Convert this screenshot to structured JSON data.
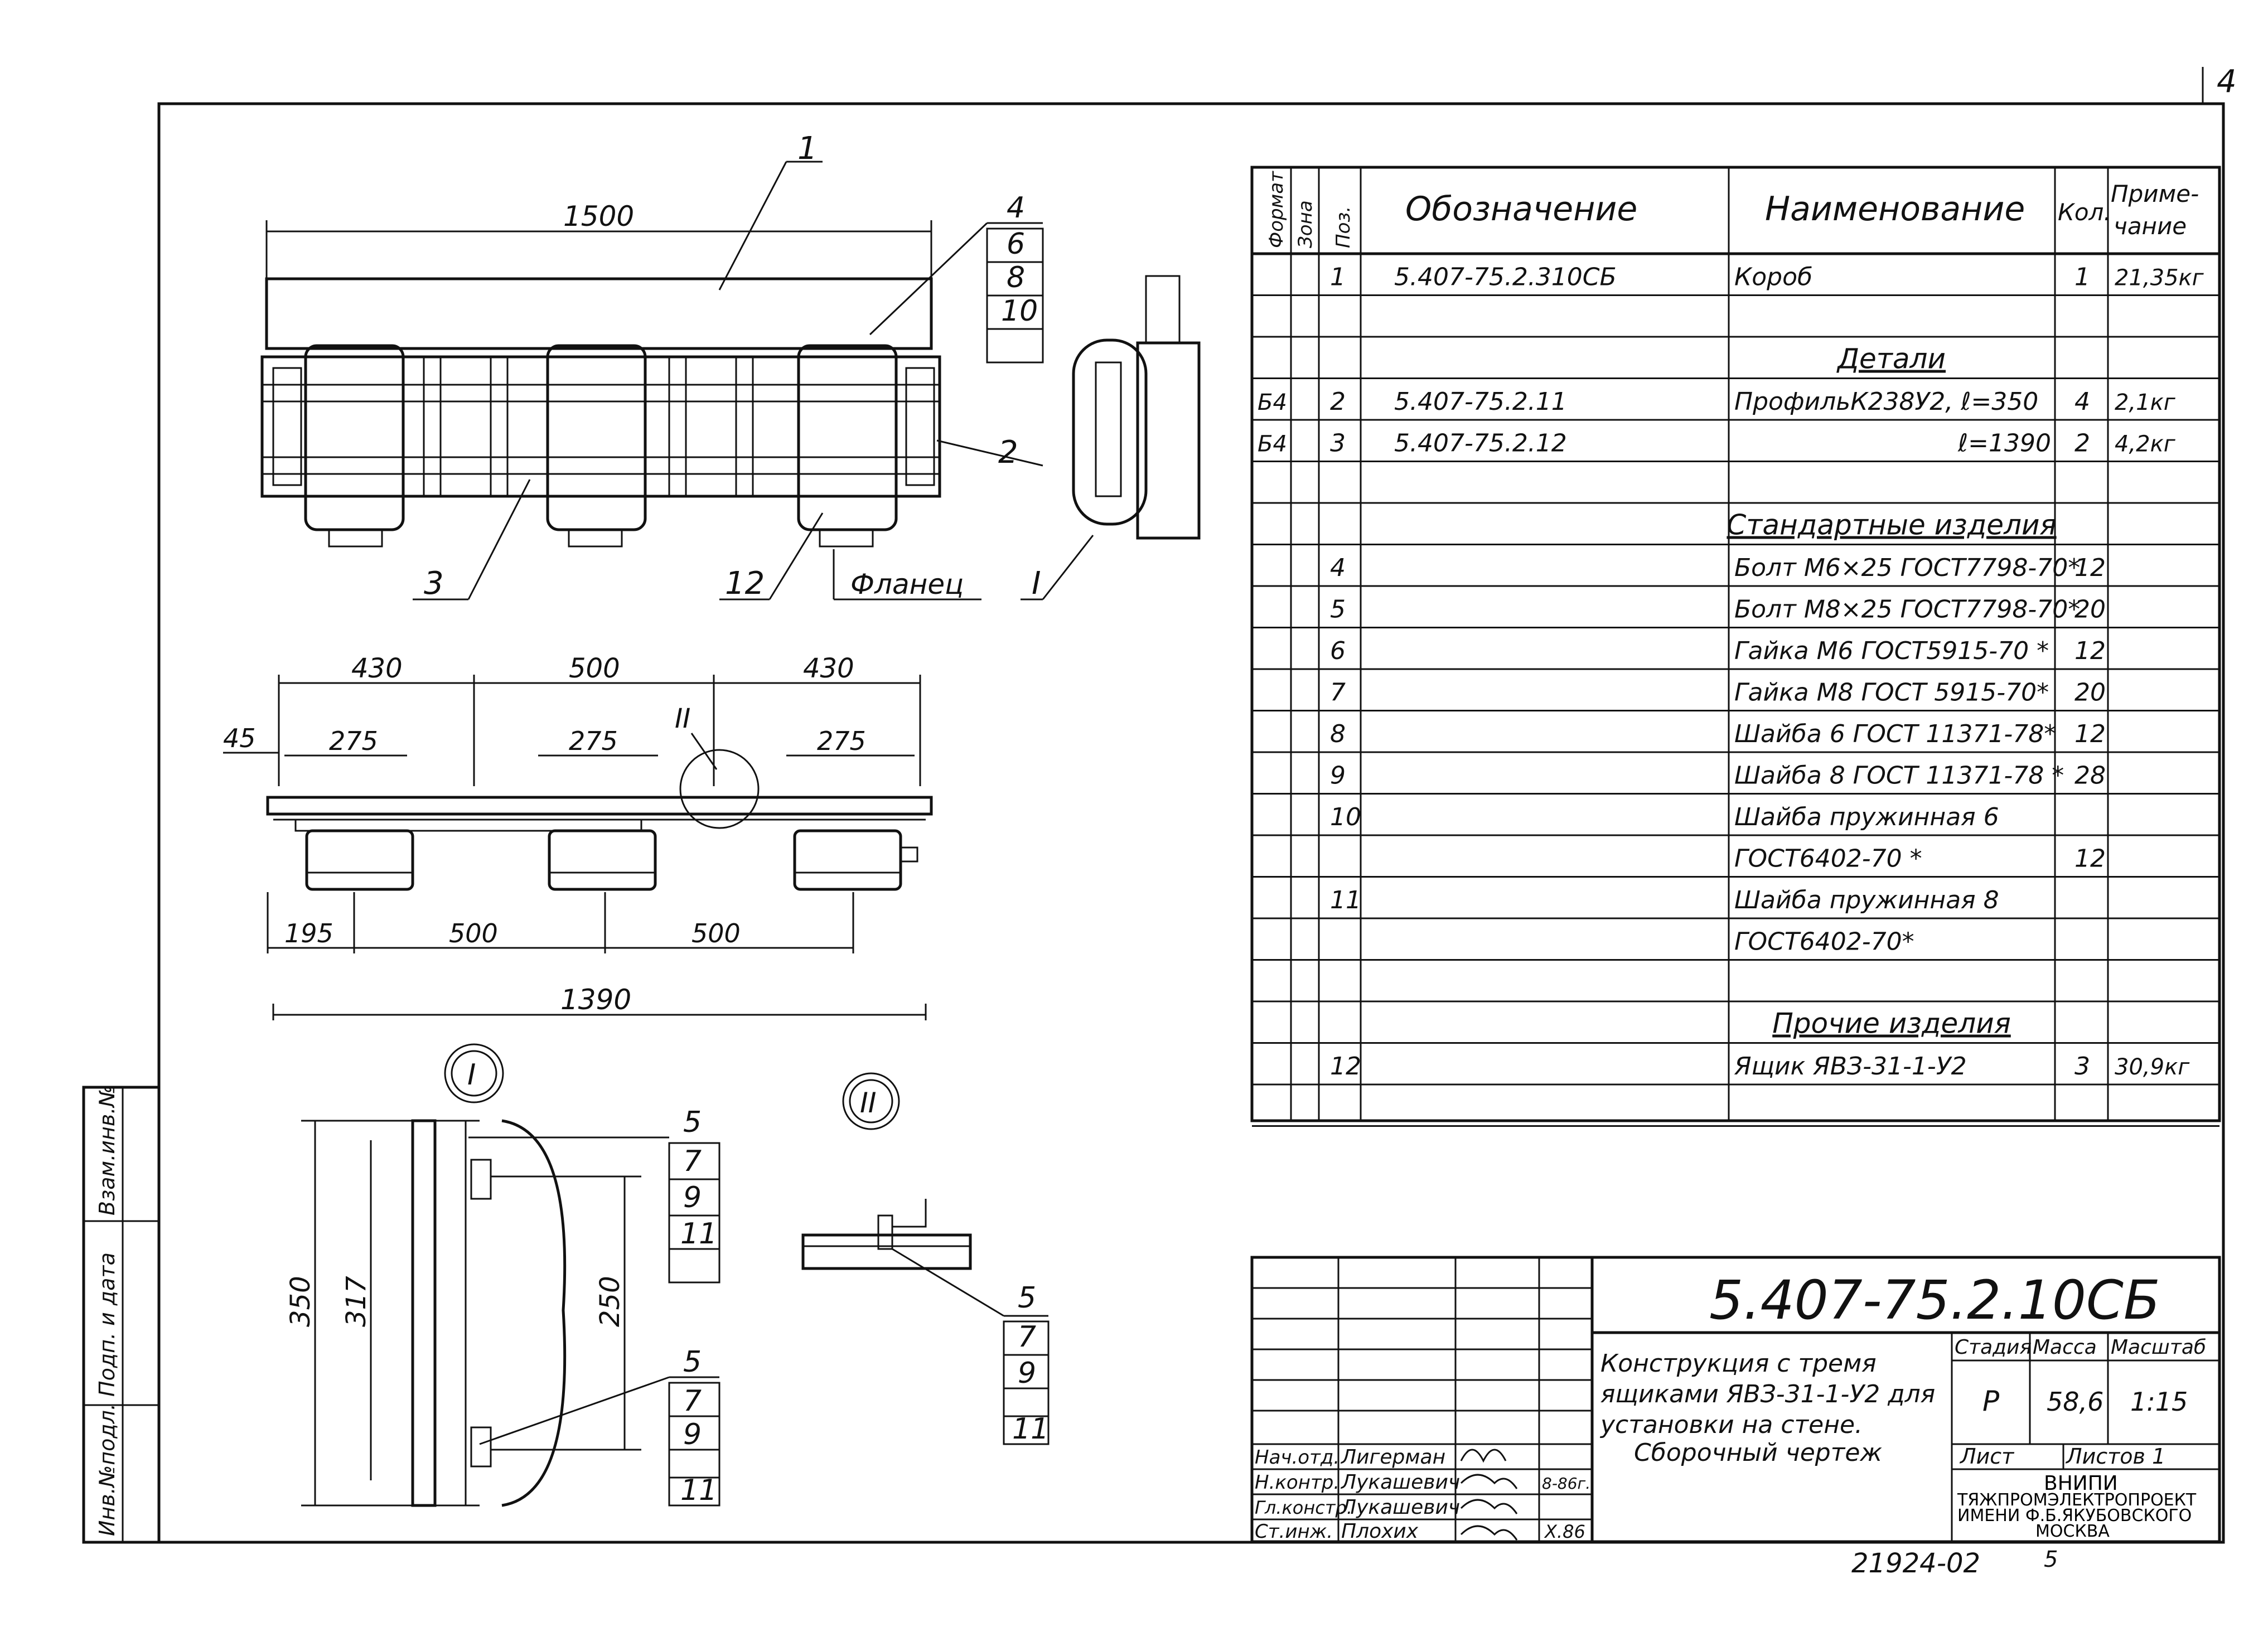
{
  "sheet_corner_number": "4",
  "bottom_code": "21924-02",
  "bottom_mark": "5",
  "side_stamp": {
    "inv_podl": "Инв.№подл.",
    "podp_data": "Подп. и дата",
    "vzam_inv": "Взам.инв.№"
  },
  "spec_table": {
    "headers": {
      "format": "Формат",
      "zona": "Зона",
      "poz": "Поз.",
      "oboznachenie": "Обозначение",
      "naimenovanie": "Наименование",
      "kol": "Кол.",
      "primechanie": "Приме-\nчание"
    },
    "rows": [
      {
        "format": "",
        "poz": "1",
        "obozn": "5.407-75.2.310СБ",
        "naim": "Короб",
        "kol": "1",
        "prim": "21,35кг"
      },
      {
        "format": "",
        "poz": "",
        "obozn": "",
        "naim": "",
        "kol": "",
        "prim": ""
      },
      {
        "format": "",
        "poz": "",
        "obozn": "",
        "naim": "Детали",
        "kol": "",
        "prim": "",
        "section": true
      },
      {
        "format": "Б4",
        "poz": "2",
        "obozn": "5.407-75.2.11",
        "naim": "ПрофильК238У2, ℓ=350",
        "kol": "4",
        "prim": "2,1кг"
      },
      {
        "format": "Б4",
        "poz": "3",
        "obozn": "5.407-75.2.12",
        "naim": "ℓ=1390",
        "kol": "2",
        "prim": "4,2кг",
        "right": true
      },
      {
        "format": "",
        "poz": "",
        "obozn": "",
        "naim": "",
        "kol": "",
        "prim": ""
      },
      {
        "format": "",
        "poz": "",
        "obozn": "",
        "naim": "Стандартные изделия",
        "kol": "",
        "prim": "",
        "section": true
      },
      {
        "format": "",
        "poz": "4",
        "obozn": "",
        "naim": "Болт М6×25 ГОСТ7798-70*",
        "kol": "12",
        "prim": ""
      },
      {
        "format": "",
        "poz": "5",
        "obozn": "",
        "naim": "Болт М8×25 ГОСТ7798-70*",
        "kol": "20",
        "prim": ""
      },
      {
        "format": "",
        "poz": "6",
        "obozn": "",
        "naim": "Гайка М6 ГОСТ5915-70 *",
        "kol": "12",
        "prim": ""
      },
      {
        "format": "",
        "poz": "7",
        "obozn": "",
        "naim": "Гайка М8 ГОСТ 5915-70*",
        "kol": "20",
        "prim": ""
      },
      {
        "format": "",
        "poz": "8",
        "obozn": "",
        "naim": "Шайба 6 ГОСТ 11371-78*",
        "kol": "12",
        "prim": ""
      },
      {
        "format": "",
        "poz": "9",
        "obozn": "",
        "naim": "Шайба 8 ГОСТ 11371-78 *",
        "kol": "28",
        "prim": ""
      },
      {
        "format": "",
        "poz": "10",
        "obozn": "",
        "naim": "Шайба пружинная 6",
        "kol": "",
        "prim": ""
      },
      {
        "format": "",
        "poz": "",
        "obozn": "",
        "naim": "ГОСТ6402-70 *",
        "kol": "12",
        "prim": ""
      },
      {
        "format": "",
        "poz": "11",
        "obozn": "",
        "naim": "Шайба пружинная 8",
        "kol": "",
        "prim": ""
      },
      {
        "format": "",
        "poz": "",
        "obozn": "",
        "naim": "ГОСТ6402-70*",
        "kol": "",
        "prim": ""
      },
      {
        "format": "",
        "poz": "",
        "obozn": "",
        "naim": "",
        "kol": "",
        "prim": ""
      },
      {
        "format": "",
        "poz": "",
        "obozn": "",
        "naim": "Прочие изделия",
        "kol": "",
        "prim": "",
        "section": true
      },
      {
        "format": "",
        "poz": "12",
        "obozn": "",
        "naim": "Ящик ЯВЗ-31-1-У2",
        "kol": "3",
        "prim": "30,9кг"
      },
      {
        "format": "",
        "poz": "",
        "obozn": "",
        "naim": "",
        "kol": "",
        "prim": ""
      }
    ]
  },
  "title_block": {
    "doc_number": "5.407-75.2.10СБ",
    "title_lines": [
      "Конструкция с тремя",
      "ящиками ЯВЗ-31-1-У2 для",
      "установки на стене.",
      "Сборочный чертеж"
    ],
    "stadia_label": "Стадия",
    "massa_label": "Масса",
    "masshtab_label": "Масштаб",
    "stadia": "Р",
    "massa": "58,6",
    "masshtab": "1:15",
    "list_label": "Лист",
    "listov_label": "Листов 1",
    "org_lines": [
      "ВНИПИ",
      "ТЯЖПРОМЭЛЕКТРОПРОЕКТ",
      "ИМЕНИ Ф.Б.ЯКУБОВСКОГО",
      "МОСКВА"
    ],
    "signers": [
      {
        "role": "Нач.отд.",
        "name": "Лигерман",
        "date": ""
      },
      {
        "role": "Н.контр.",
        "name": "Лукашевич",
        "date": "8-86г."
      },
      {
        "role": "Гл.констр.",
        "name": "Лукашевич",
        "date": ""
      },
      {
        "role": "Ст.инж.",
        "name": "Плохих",
        "date": "Х.86"
      }
    ]
  },
  "drawing_labels": {
    "dim_1500": "1500",
    "dim_430a": "430",
    "dim_500a": "500",
    "dim_430b": "430",
    "dim_45": "45",
    "dim_275a": "275",
    "dim_275b": "275",
    "dim_275c": "275",
    "dim_195": "195",
    "dim_500b": "500",
    "dim_500c": "500",
    "dim_1390": "1390",
    "dim_350": "350",
    "dim_317": "317",
    "dim_250": "250",
    "callout_1": "1",
    "callout_2": "2",
    "callout_3": "3",
    "callout_12": "12",
    "flanec": "Фланец",
    "view_I": "I",
    "view_II": "II",
    "stack_top": [
      "4",
      "6",
      "8",
      "10"
    ],
    "stack_a": [
      "5",
      "7",
      "9",
      "11"
    ],
    "stack_b": [
      "5",
      "7",
      "9",
      "11"
    ],
    "stack_c": [
      "5",
      "7",
      "9",
      "11"
    ]
  }
}
